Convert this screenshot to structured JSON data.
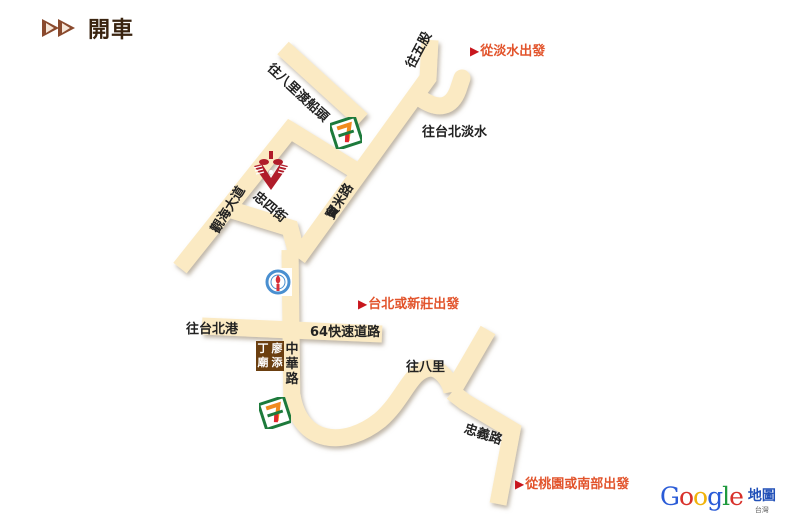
{
  "header": {
    "icon": "double-triangle-arrow-icon",
    "title": "開車"
  },
  "colors": {
    "road": "#fbeac3",
    "road_shadow": "#b9ad96",
    "origin_text": "#e2542c",
    "origin_marker": "#c8161d",
    "title": "#3a2410",
    "temple_badge": "#6b3f10",
    "seven_eleven_green": "#1d7a3b",
    "seven_eleven_orange": "#f08a1e",
    "seven_eleven_red": "#e0262d"
  },
  "roads": {
    "to_bali_ferry": "往八里渡船頭",
    "to_wugu": "往五股",
    "to_taipei_tamsui": "往台北淡水",
    "guandu_avenue": "觀海大道",
    "zhongsi_street": "忠四街",
    "xinmi_road": "竇米路",
    "to_taipei_port": "往台北港",
    "expressway_64": "64快速道路",
    "zhonghua_road": [
      "中",
      "華",
      "路"
    ],
    "to_bali": "往八里",
    "zhongyi_road": "忠義路"
  },
  "origins": [
    {
      "marker": "▶",
      "label": "從淡水出發"
    },
    {
      "marker": "▶",
      "label": "台北或新莊出發"
    },
    {
      "marker": "▶",
      "label": "從桃園或南部出發"
    }
  ],
  "landmarks": {
    "temple": [
      "丁",
      "廖",
      "廟",
      "添"
    ],
    "seven_eleven": "7-ELEVEn",
    "school_logo": "school-emblem-icon",
    "destination_logo": "heart-logo-icon"
  },
  "attribution": {
    "brand_letters": [
      "G",
      "o",
      "o",
      "g",
      "l",
      "e"
    ],
    "brand_colors": [
      "#2a5bd7",
      "#d8302a",
      "#f0b20a",
      "#2a5bd7",
      "#1f9a3e",
      "#d8302a"
    ],
    "product": "地圖",
    "region": "台灣"
  }
}
